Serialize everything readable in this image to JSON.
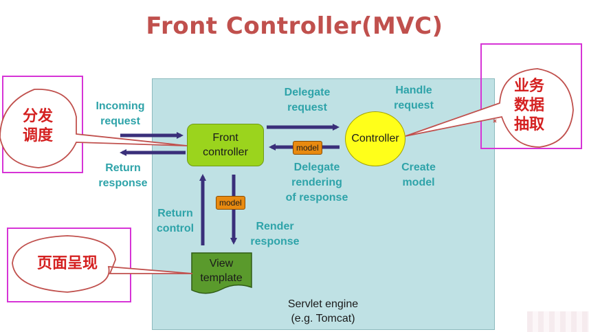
{
  "title": "Front Controller(MVC)",
  "nodes": {
    "front_controller": "Front\ncontroller",
    "controller": "Controller",
    "view_template": "View\ntemplate",
    "model_tag_1": "model",
    "model_tag_2": "model"
  },
  "labels": {
    "incoming_request": "Incoming\nrequest",
    "return_response": "Return\nresponse",
    "delegate_request": "Delegate\nrequest",
    "handle_request": "Handle\nrequest",
    "delegate_rendering": "Delegate\nrendering\nof response",
    "create_model": "Create\nmodel",
    "return_control": "Return\ncontrol",
    "render_response": "Render\nresponse"
  },
  "engine_caption": "Servlet engine\n(e.g. Tomcat)",
  "annotations": {
    "dispatch": "分发\n调度",
    "business": "业务\n数据\n抽取",
    "page": "页面呈现"
  },
  "colors": {
    "title": "#c0504d",
    "label": "#2ea3a9",
    "arrow": "#3a2f7a",
    "annotation_box": "#d633d6",
    "annotation_text": "#d42020"
  }
}
